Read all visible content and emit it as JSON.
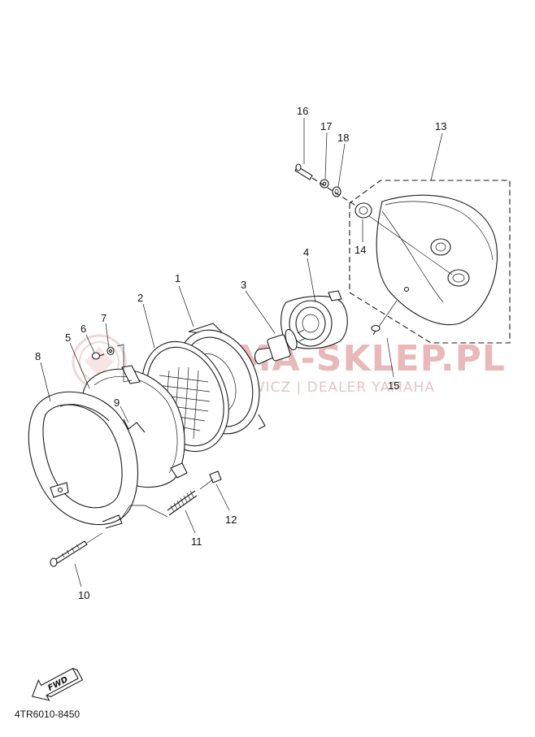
{
  "diagram": {
    "part_numbers": [
      "1",
      "2",
      "3",
      "4",
      "5",
      "6",
      "7",
      "8",
      "9",
      "10",
      "11",
      "12",
      "13",
      "14",
      "15",
      "16",
      "17",
      "18"
    ],
    "watermark": {
      "main_text": "YAMA-SKLEP.PL",
      "sub_text": "WOZNIAKOWICZ | DEALER YAMAHA",
      "color": "#e8b5b5"
    },
    "fwd_label": "FWD",
    "catalog_code": "4TR6010-8450"
  }
}
